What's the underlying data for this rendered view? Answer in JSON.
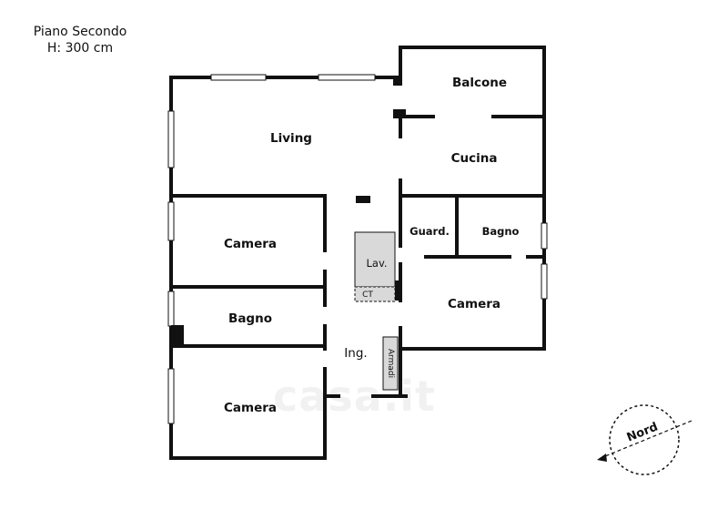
{
  "header": {
    "floor_name": "Piano Secondo",
    "ceiling_height": "H: 300 cm"
  },
  "rooms": {
    "balcone": "Balcone",
    "living": "Living",
    "cucina": "Cucina",
    "camera_1": "Camera",
    "guardaroba": "Guard.",
    "bagno_1": "Bagno",
    "lavanderia": "Lav.",
    "ct": "CT",
    "camera_2": "Camera",
    "bagno_2": "Bagno",
    "ingresso": "Ing.",
    "armadi": "Armadi",
    "camera_3": "Camera"
  },
  "compass": {
    "label": "Nord"
  },
  "watermark": "casa.it",
  "colors": {
    "wall": "#111111",
    "service_fill": "#d9d9d9"
  }
}
